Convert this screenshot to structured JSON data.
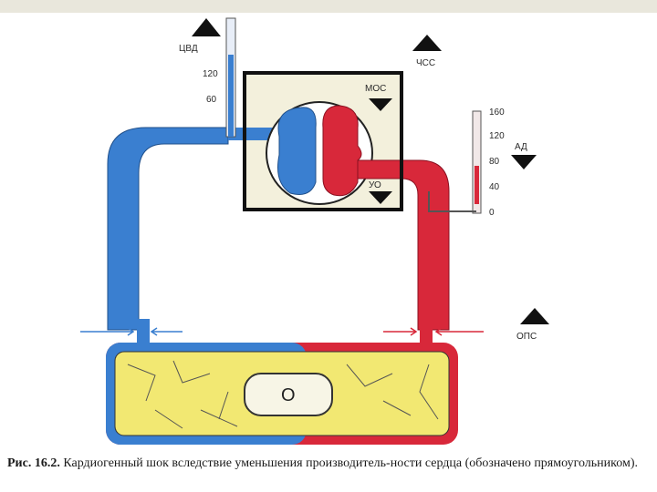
{
  "labels": {
    "cvd": "ЦВД",
    "cvd_ticks": [
      "120",
      "60"
    ],
    "chss": "ЧСС",
    "mos": "МОС",
    "uo": "УО",
    "ad": "АД",
    "ad_ticks": [
      "160",
      "120",
      "80",
      "40",
      "0"
    ],
    "ops": "ОПС",
    "tissue": "О"
  },
  "colors": {
    "venous": "#3a7fd0",
    "arterial": "#d8283a",
    "tissue": "#f2e872",
    "background": "#f3f0dc"
  },
  "caption": {
    "figure": "Рис. 16.2.",
    "text": " Кардиогенный шок вследствие уменьшения производитель-ности сердца (обозначено прямоугольником)."
  }
}
